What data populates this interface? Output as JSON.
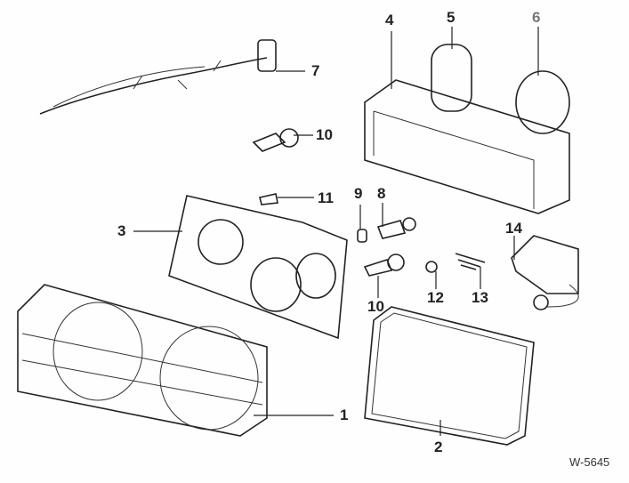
{
  "labels": {
    "l1": "1",
    "l2": "2",
    "l3": "3",
    "l4": "4",
    "l5": "5",
    "l6": "6",
    "l7": "7",
    "l8": "8",
    "l9": "9",
    "l10a": "10",
    "l10b": "10",
    "l11": "11",
    "l12": "12",
    "l13": "13",
    "l14": "14"
  },
  "figure_ref": "W-5645",
  "colors": {
    "ink": "#222222",
    "label6": "#777777"
  }
}
